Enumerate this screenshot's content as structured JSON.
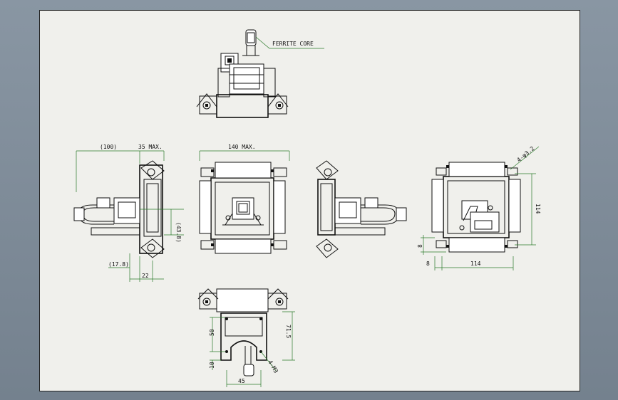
{
  "labels": {
    "ferrite_core": "FERRITE CORE",
    "dim_100": "(100)",
    "dim_35max": "35 MAX.",
    "dim_140max": "140 MAX.",
    "dim_43_8": "(43.8)",
    "dim_17_8": "(17.8)",
    "dim_22": "22",
    "dim_4_phi3_2": "4-φ3.2",
    "dim_114_v": "114",
    "dim_114_h": "114",
    "dim_8_a": "8",
    "dim_8_b": "8",
    "dim_50": "50",
    "dim_10": "10",
    "dim_71_5": "71.5",
    "dim_45": "45",
    "dim_4_m3": "4-M3"
  },
  "colors": {
    "line": "#111111",
    "dimension": "#2a7a2a",
    "paper": "#f0f0ec",
    "background": "#7d8b99"
  }
}
